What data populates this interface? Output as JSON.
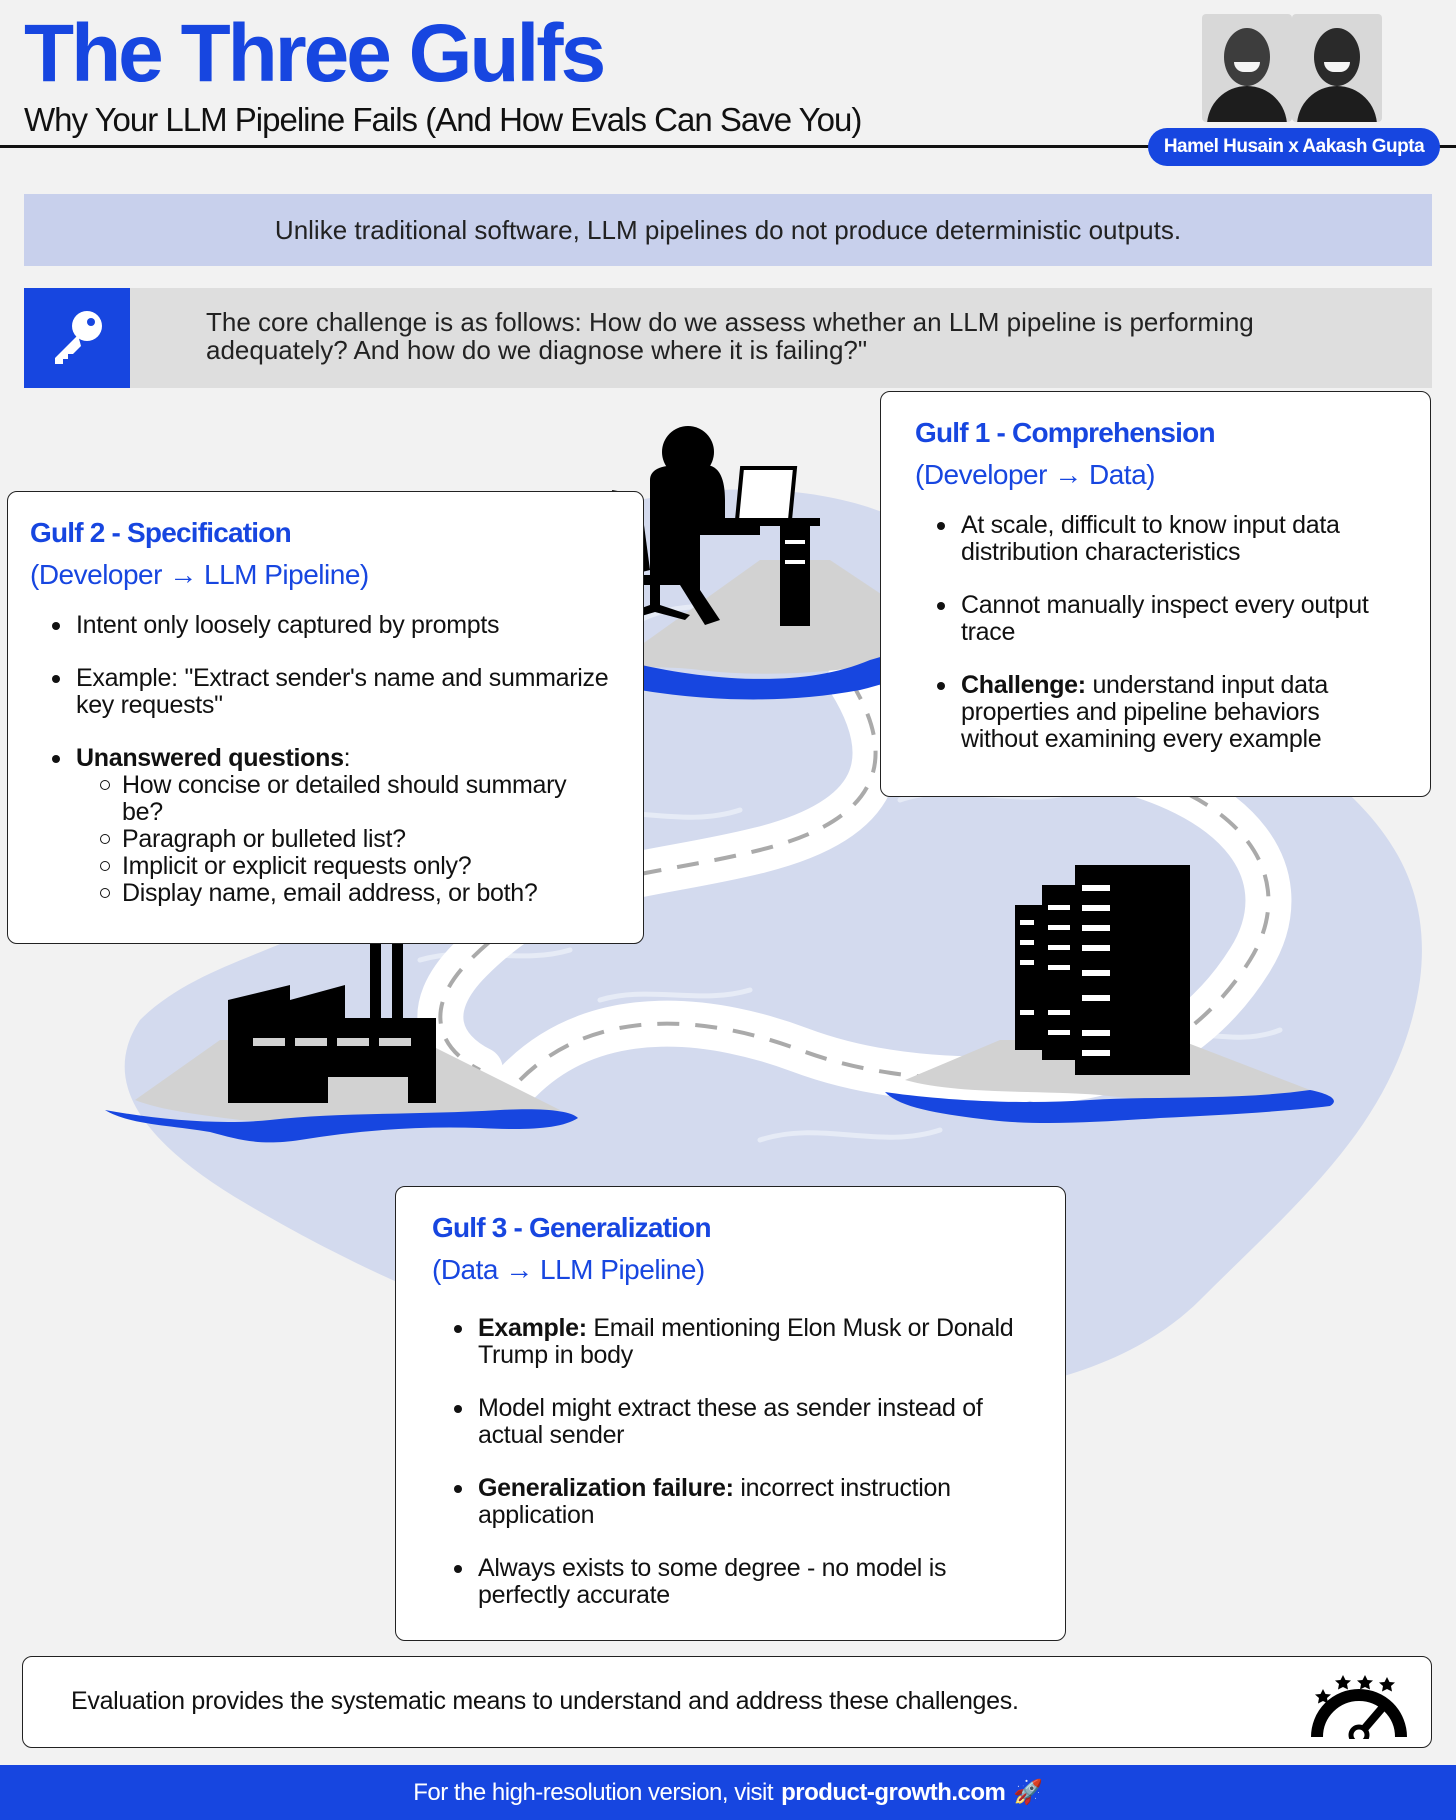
{
  "header": {
    "title": "The Three Gulfs",
    "subtitle": "Why Your LLM Pipeline Fails (And How Evals Can Save You)",
    "authors_badge": "Hamel Husain x Aakash Gupta"
  },
  "banners": {
    "statement": "Unlike traditional software, LLM pipelines do not produce deterministic outputs.",
    "challenge": "The core challenge is as follows: How do we assess whether an LLM pipeline is performing adequately? And how do we diagnose where it is failing?\""
  },
  "gulf1": {
    "title": "Gulf 1 - Comprehension",
    "subtitle": "(Developer → Data)",
    "bullets": [
      {
        "text": "At scale, difficult to know input data distribution characteristics"
      },
      {
        "text": "Cannot manually inspect every output trace"
      },
      {
        "bold": "Challenge:",
        "text": " understand input data properties and pipeline behaviors without examining every example"
      }
    ]
  },
  "gulf2": {
    "title": "Gulf 2 - Specification",
    "subtitle": "(Developer → LLM Pipeline)",
    "bullets": [
      {
        "text": "Intent only loosely captured by prompts"
      },
      {
        "text": "Example: \"Extract sender's name and summarize key requests\""
      },
      {
        "bold": "Unanswered questions",
        "text": ":"
      }
    ],
    "sub_bullets": [
      "How concise or detailed should summary be?",
      "Paragraph or bulleted list?",
      "Implicit or explicit requests only?",
      "Display name, email address, or both?"
    ]
  },
  "gulf3": {
    "title": "Gulf 3 - Generalization",
    "subtitle": "(Data → LLM Pipeline)",
    "bullets": [
      {
        "bold": "Example:",
        "text": " Email mentioning Elon Musk or Donald Trump in body"
      },
      {
        "text": "Model might extract these as sender instead of actual sender"
      },
      {
        "bold": "Generalization failure:",
        "text": " incorrect instruction application"
      },
      {
        "text": "Always exists to some degree - no model is perfectly accurate"
      }
    ]
  },
  "footer": {
    "conclusion": "Evaluation provides the systematic means to understand and address these challenges.",
    "bar_prefix": "For the high-resolution version, visit",
    "bar_link": "product-growth.com",
    "rocket_glyph": "🚀"
  },
  "icons": {
    "key": "key-icon",
    "developer": "developer-at-desk-icon",
    "factory": "factory-icon",
    "server": "server-rack-icon",
    "gauge": "gauge-stars-icon"
  },
  "colors": {
    "accent": "#1746e0",
    "banner_light_blue": "#c8d0ec",
    "banner_grey": "#dedede",
    "water": "#d3daee",
    "island": "#d2d2d2",
    "page": "#f2f2f2"
  }
}
